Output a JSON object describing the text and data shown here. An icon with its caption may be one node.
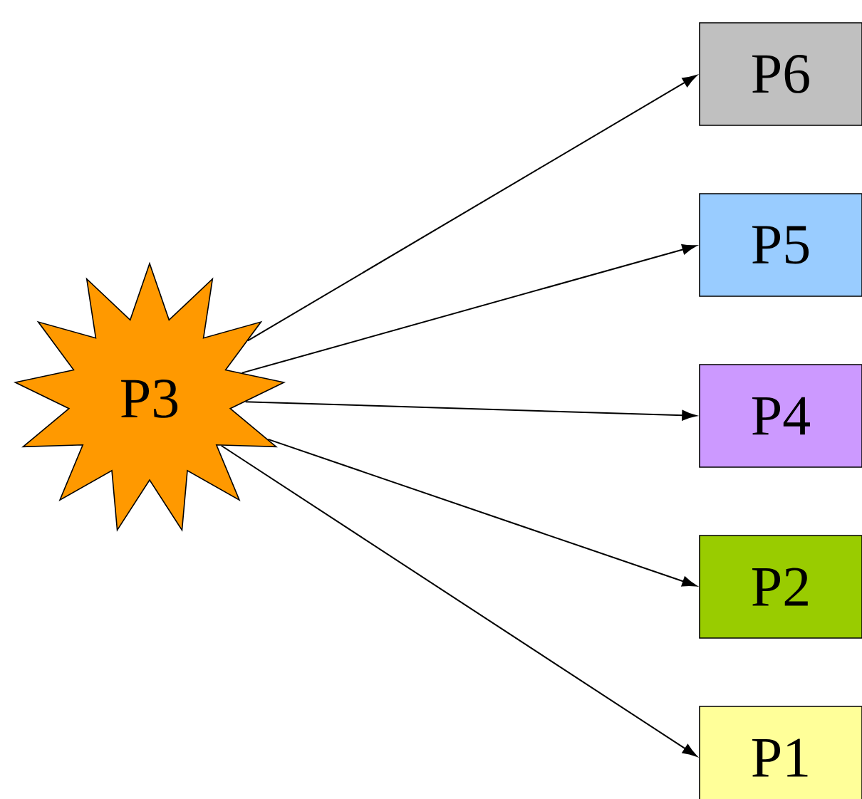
{
  "diagram": {
    "nodes": [
      {
        "text": [
          "P3"
        ]
      },
      {
        "text": [
          "P6"
        ]
      },
      {
        "text": [
          "P5"
        ]
      },
      {
        "text": [
          "P4"
        ]
      },
      {
        "text": [
          "P2"
        ]
      },
      {
        "text": [
          "P1"
        ]
      }
    ],
    "edges": [
      {
        "from": 0,
        "to": 1,
        "arrow": "to"
      },
      {
        "from": 0,
        "to": 2,
        "arrow": "to"
      },
      {
        "from": 0,
        "to": 3,
        "arrow": "to"
      },
      {
        "from": 0,
        "to": 4,
        "arrow": "to"
      },
      {
        "from": 0,
        "to": 5,
        "arrow": "to"
      }
    ]
  }
}
